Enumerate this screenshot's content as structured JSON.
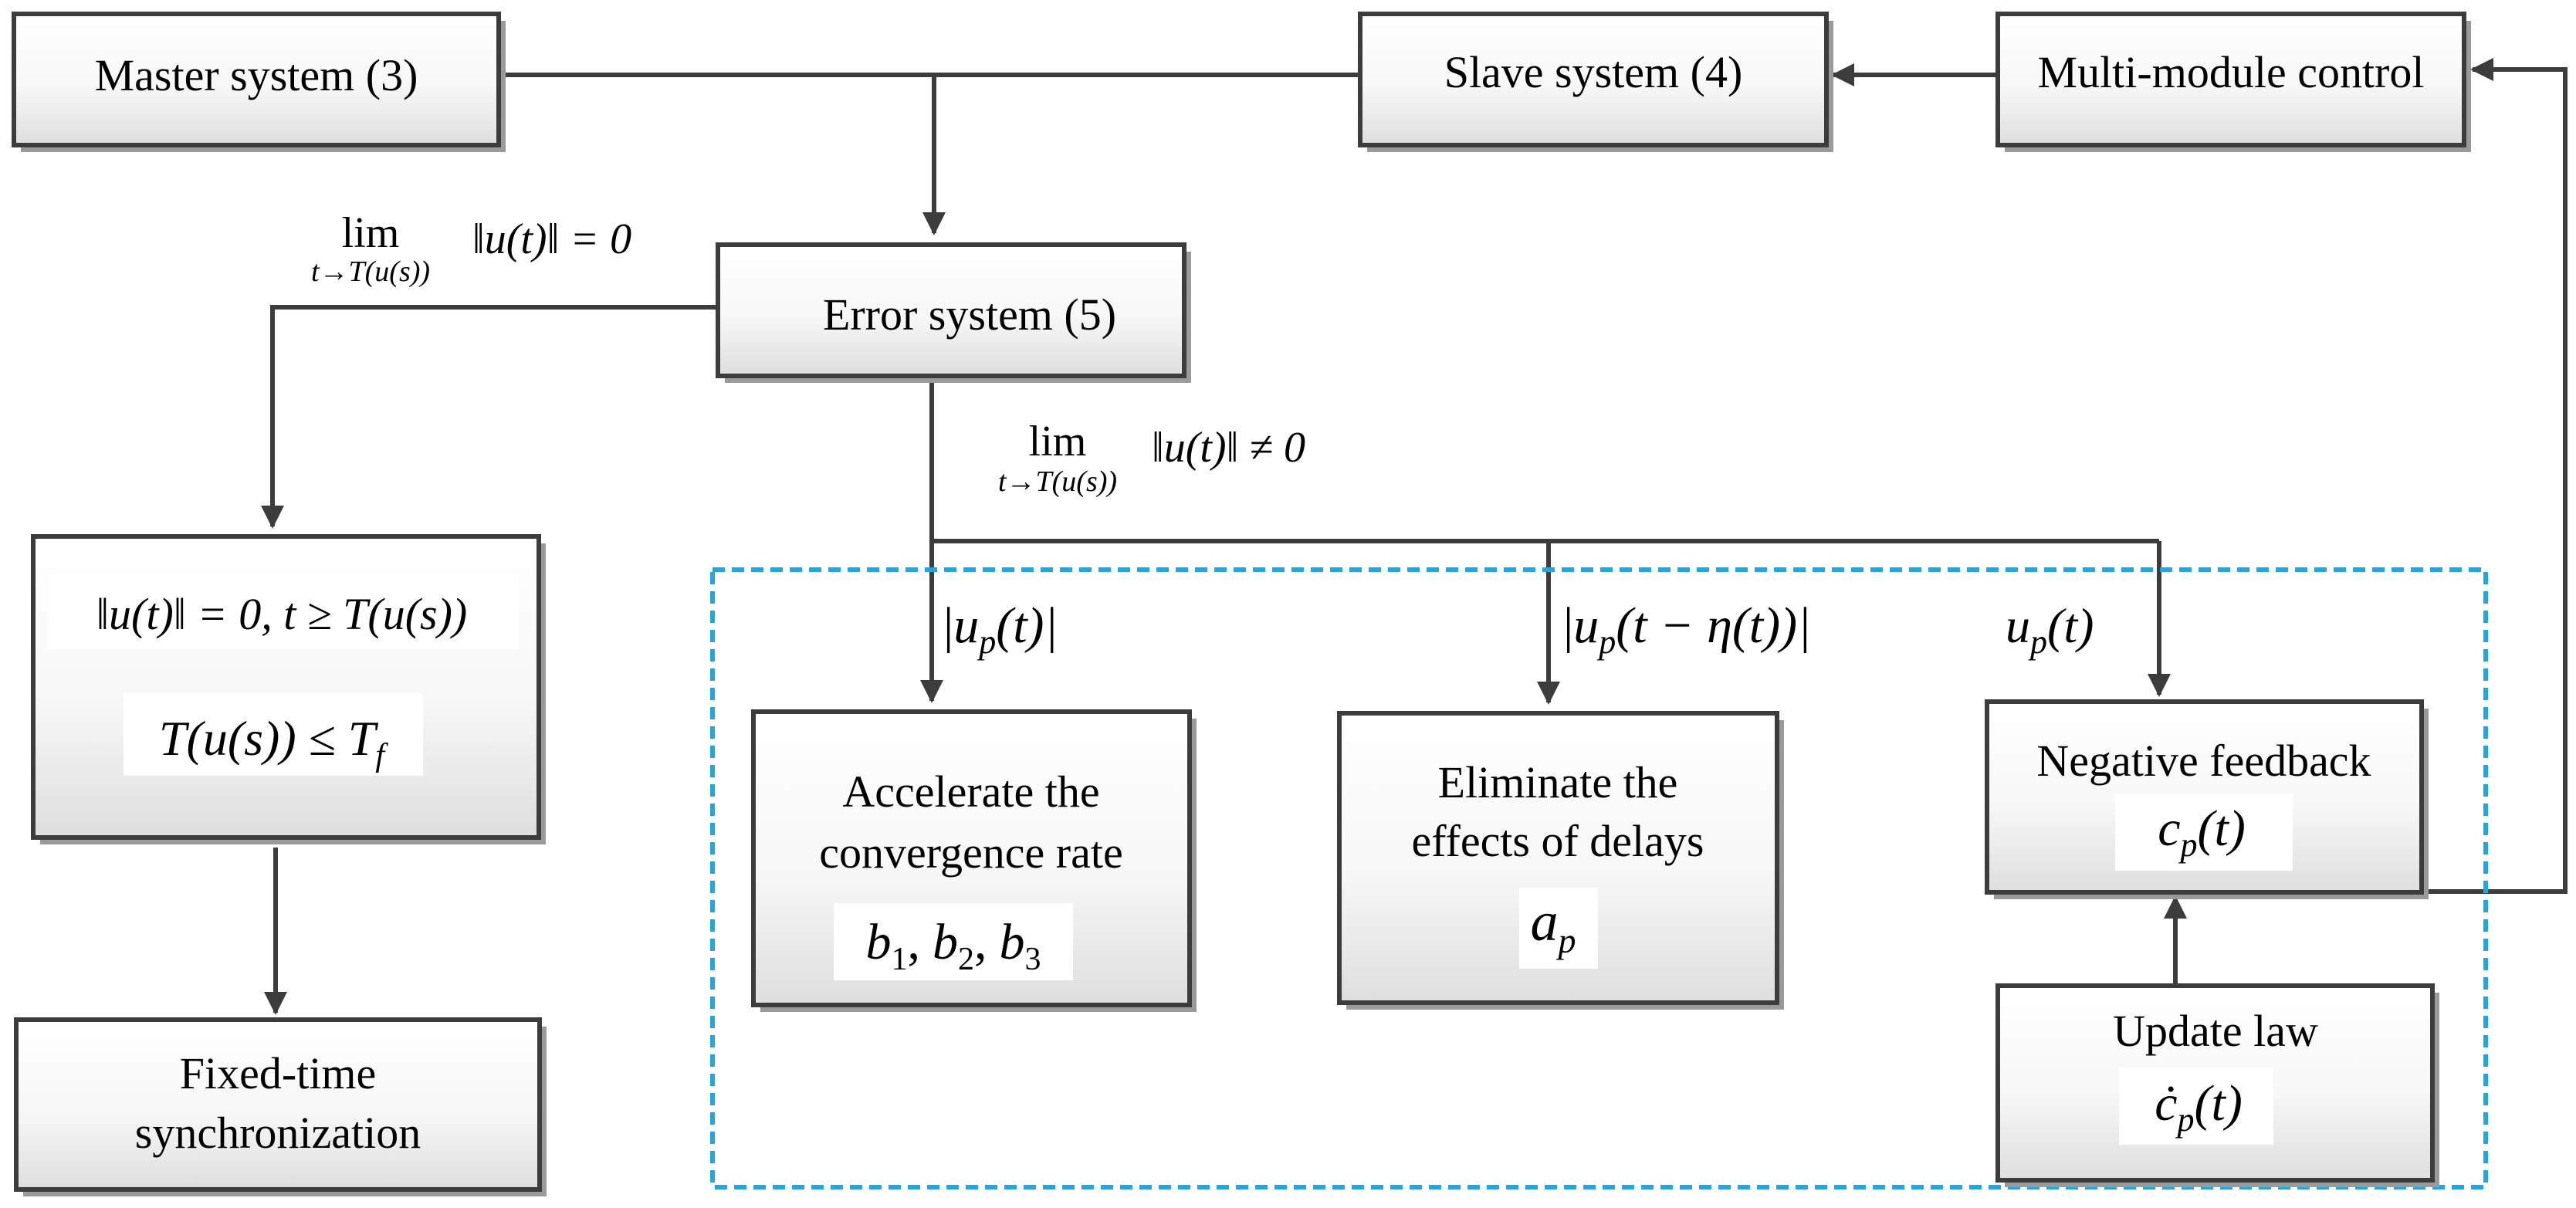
{
  "boxes": {
    "master": "Master system (3)",
    "slave": "Slave system (4)",
    "multi": "Multi-module control",
    "error": "Error system (5)",
    "fixed_time": [
      "Fixed-time",
      "synchronization"
    ],
    "accelerate": [
      "Accelerate the",
      "convergence rate"
    ],
    "eliminate": [
      "Eliminate the",
      "effects of delays"
    ],
    "negative": "Negative feedback",
    "update": "Update law"
  },
  "math": {
    "lim": "lim",
    "lim_sub": "t→T(u(s))",
    "lim_eq": "‖u(t)‖ = 0",
    "lim_neq": "‖u(t)‖ ≠ 0",
    "norm_cond": "‖u(t)‖ = 0, t ≥ T(u(s))",
    "bound": "T(u(s)) ≤ T_f",
    "bound_main": "T(u(s)) ≤ T",
    "bound_sub": "f",
    "abs_up": "|u_p(t)|",
    "abs_up_delay": "|u_p(t − η(t))|",
    "up": "u_p(t)",
    "coef_b": "b_1, b_2, b_3",
    "coef_a": "a_p",
    "coef_c": "c_p(t)",
    "coef_cdot": "ċ_p(t)",
    "var_u": "u",
    "sub_p": "p",
    "abs_up_tail": "(t)|",
    "abs_up_delay_tail": "(t − η(t))|",
    "up_tail": "(t)",
    "var_b": "b",
    "sub_1": "1",
    "sub_2": "2",
    "sub_3": "3",
    "comma": ",",
    "var_a": "a",
    "var_c": "c",
    "var_cdot": "ċ",
    "c_tail": "(t)"
  }
}
